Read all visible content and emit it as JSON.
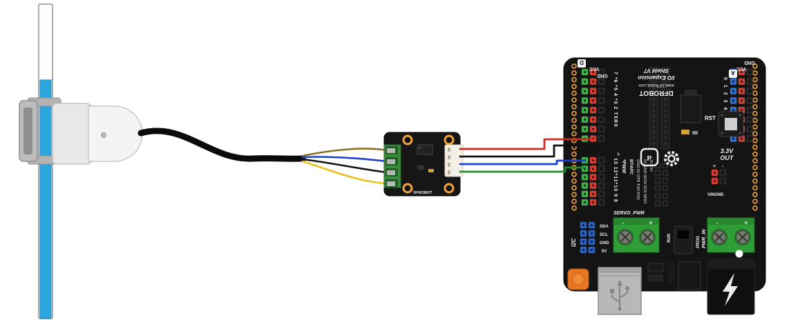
{
  "scene": {
    "colors": {
      "pipe_blue": "#2ba7de",
      "board_black": "#141414",
      "pin_green": "#3fae49",
      "pin_red": "#d23b2f",
      "pin_black": "#202020",
      "pin_blue_i2c": "#2b5fb8",
      "pin_blue_a": "#2b6fd4",
      "hole_yellow": "#f0a43c",
      "terminal_green": "#2f9e37",
      "orange_button": "#e87722",
      "wire_red": "#d42a1e",
      "wire_green": "#1f8c2f",
      "wire_blue": "#1d3fd0",
      "wire_black": "#111111",
      "wire_yellow": "#e6c01e",
      "wire_olive": "#8a7020"
    },
    "breakout": {
      "brand": "DFROBOT"
    },
    "shield": {
      "header_left": {
        "d": "D",
        "vcc": "VCC",
        "gnd": "GND"
      },
      "header_right": {
        "gnd": "GND",
        "vcc": "VCC",
        "a": "A"
      },
      "digital_top_pins": "7 *6 *5 4 *3 2  TXRX",
      "digital_bottom_pins": "13 12*11*10 9 8",
      "pwm_label": "*PWM",
      "led_label": "L",
      "bt_header": "BT/APC",
      "bt_pins": "GND 5V DTR TXD RXD",
      "spi_pins": "5V GND MOSI SCK MISO",
      "spi_pins2": "3V3 5V",
      "analog_pins": "0 1 2 3 4 5",
      "rst_label": "RST",
      "out33_line1": "3.3V",
      "out33_line2": "OUT",
      "vin_plus": "+",
      "vin_minus": "-",
      "vin_label": "VINGND",
      "i2c_label": "I2C",
      "i2c_pins": [
        "SDA",
        "SCL",
        "GND",
        "5V"
      ],
      "servo_label": "SERVO_PWR",
      "servo_minus": "-",
      "servo_plus": "+",
      "run_label": "RUN",
      "prog_label": "PROG",
      "pwr_label": "PWR_IN",
      "pwr_minus": "-",
      "pwr_plus": "+",
      "brand_name": "DFROBOT",
      "brand_url": "www.DFRobot.com",
      "brand_product1": "I/O Expansion",
      "brand_product2": "Shield V7"
    }
  }
}
